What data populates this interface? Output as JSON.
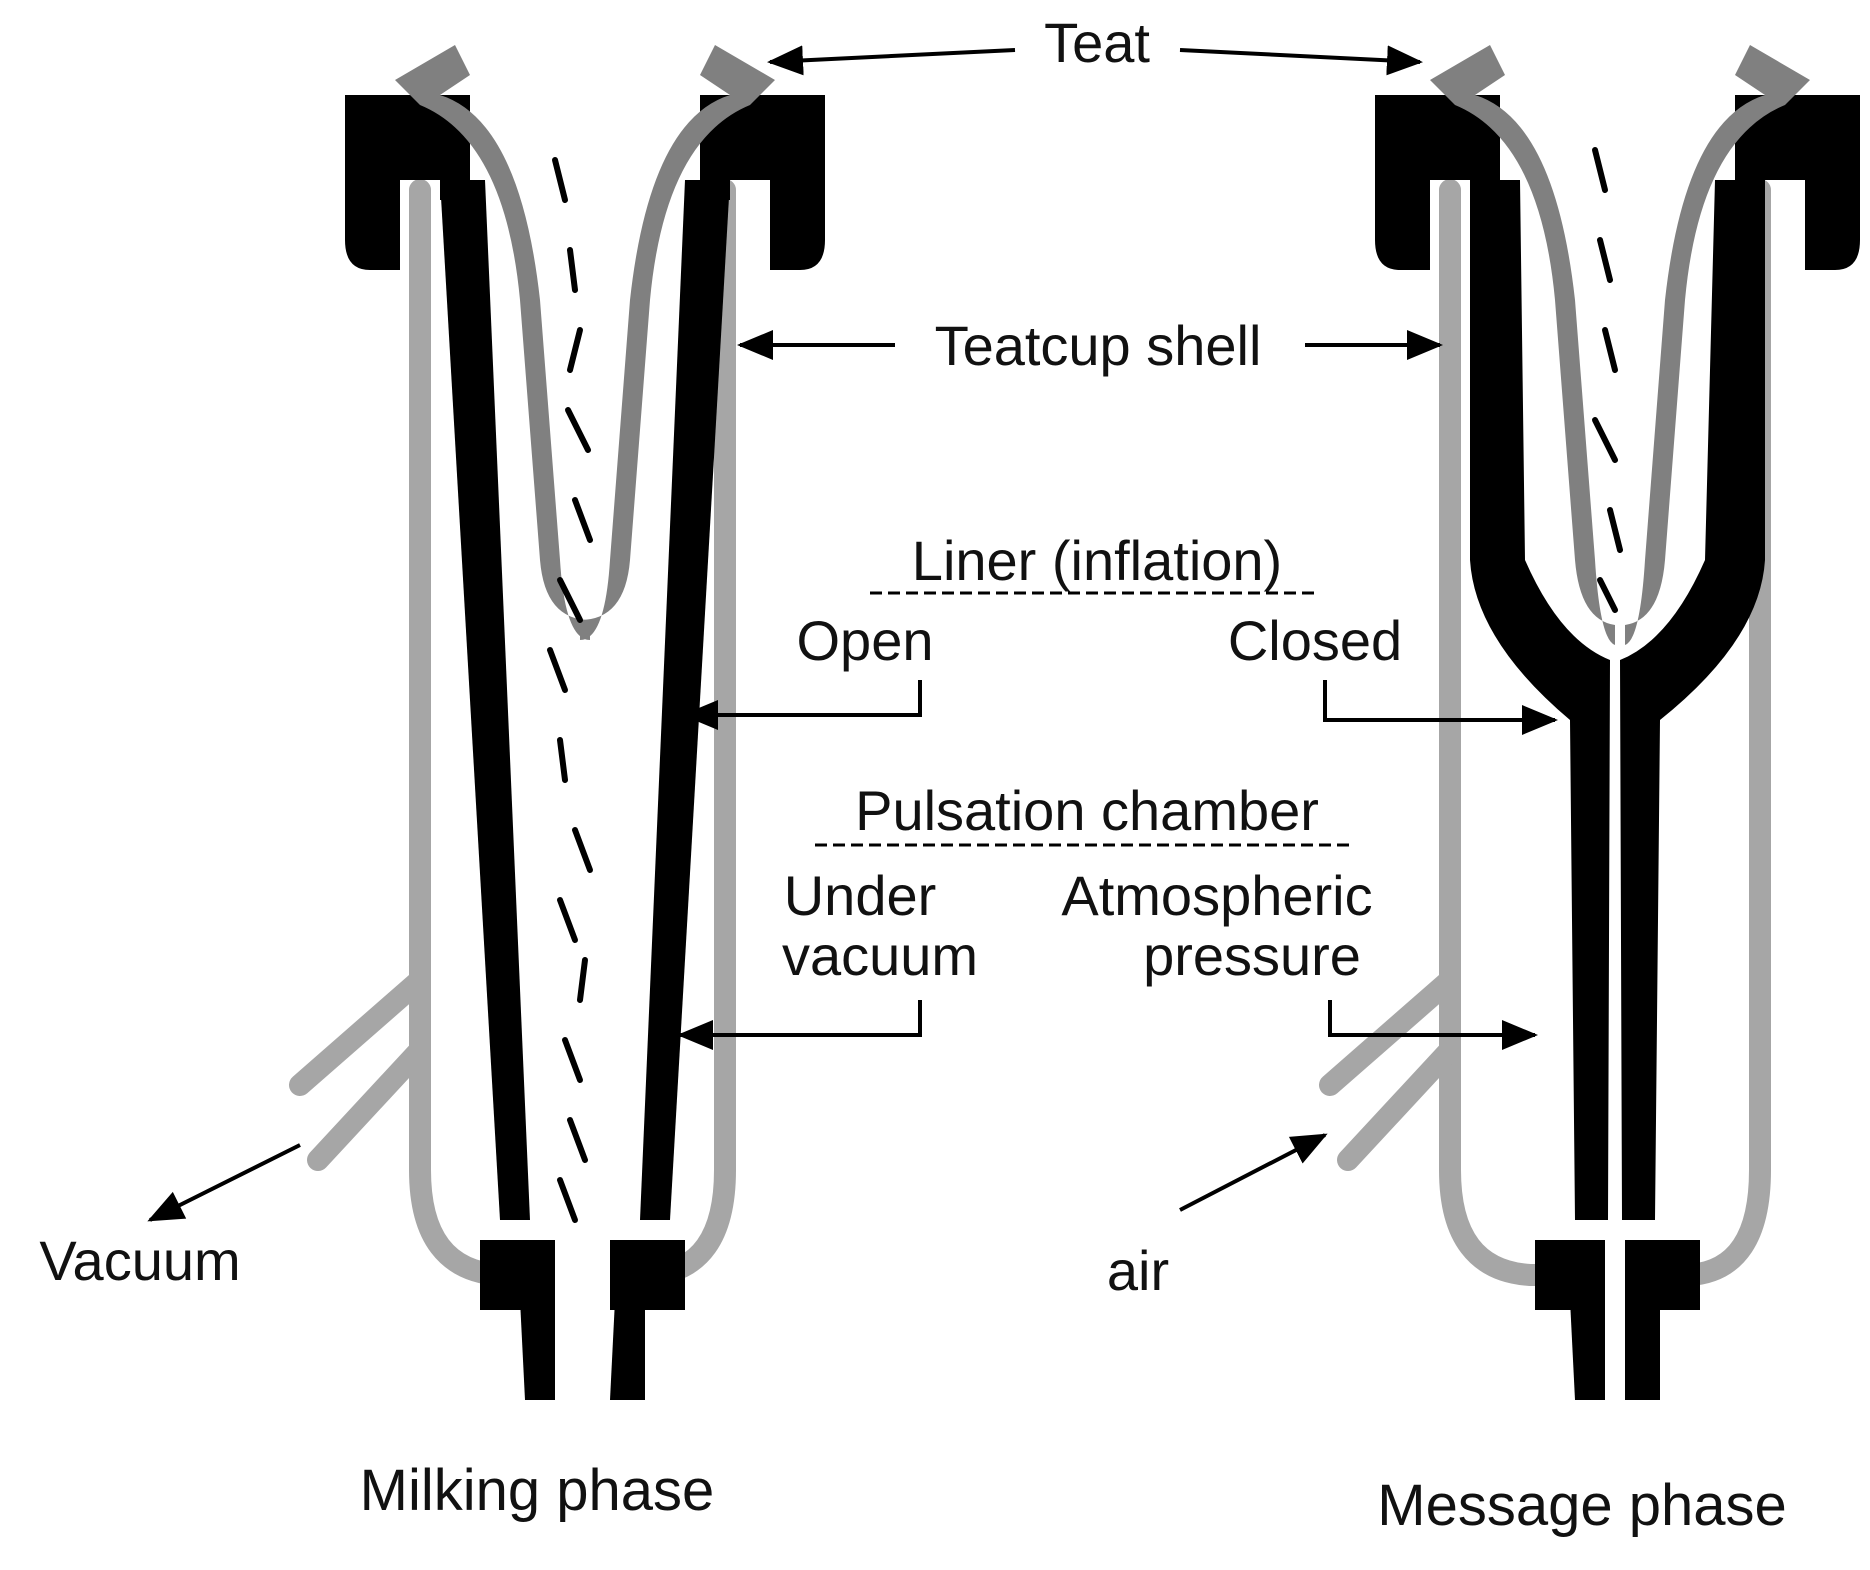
{
  "labels": {
    "teat": "Teat",
    "teatcup_shell": "Teatcup shell",
    "liner_heading": "Liner (inflation)",
    "liner_open": "Open",
    "liner_closed": "Closed",
    "pulsation_heading": "Pulsation chamber",
    "pulsation_left_line1": "Under",
    "pulsation_left_line2": "vacuum",
    "pulsation_right_line1": "Atmospheric",
    "pulsation_right_line2": "pressure",
    "vacuum": "Vacuum",
    "air": "air"
  },
  "captions": {
    "left": "Milking phase",
    "right": "Message phase"
  },
  "colors": {
    "liner": "#000000",
    "teat": "#808080",
    "shell": "#a6a6a6",
    "text": "#111111"
  }
}
